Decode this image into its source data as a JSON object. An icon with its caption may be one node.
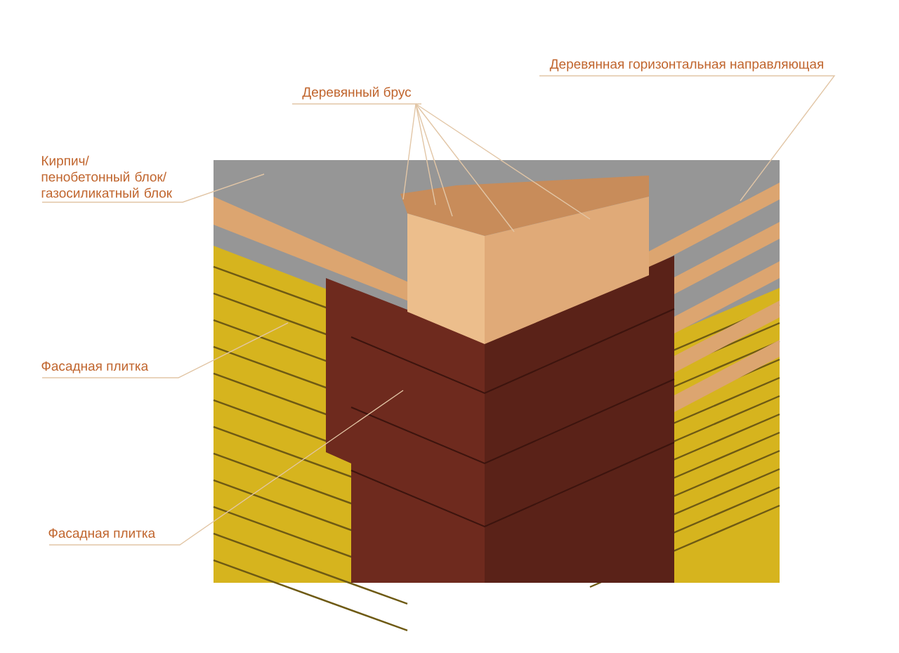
{
  "diagram": {
    "nodes": [
      {
        "text": [
          "Деревянный брус"
        ]
      },
      {
        "text": [
          "Деревянная горизонтальная направляющая"
        ]
      },
      {
        "text": [
          "Кирпич/ пенобетонный блок/ газосиликатный блок"
        ]
      },
      {
        "text": [
          "Фасадная плитка"
        ]
      },
      {
        "text": [
          "Фасадная плитка"
        ]
      }
    ],
    "edges": [
      {
        "from": 0,
        "to": null,
        "arrow": "none"
      },
      {
        "from": 0,
        "to": null,
        "arrow": "none"
      },
      {
        "from": 0,
        "to": null,
        "arrow": "none"
      },
      {
        "from": 0,
        "to": null,
        "arrow": "none"
      },
      {
        "from": 0,
        "to": null,
        "arrow": "none"
      },
      {
        "from": 1,
        "to": null,
        "arrow": "none"
      },
      {
        "from": 2,
        "to": null,
        "arrow": "none"
      },
      {
        "from": 3,
        "to": null,
        "arrow": "none"
      },
      {
        "from": 4,
        "to": null,
        "arrow": "none"
      }
    ]
  }
}
